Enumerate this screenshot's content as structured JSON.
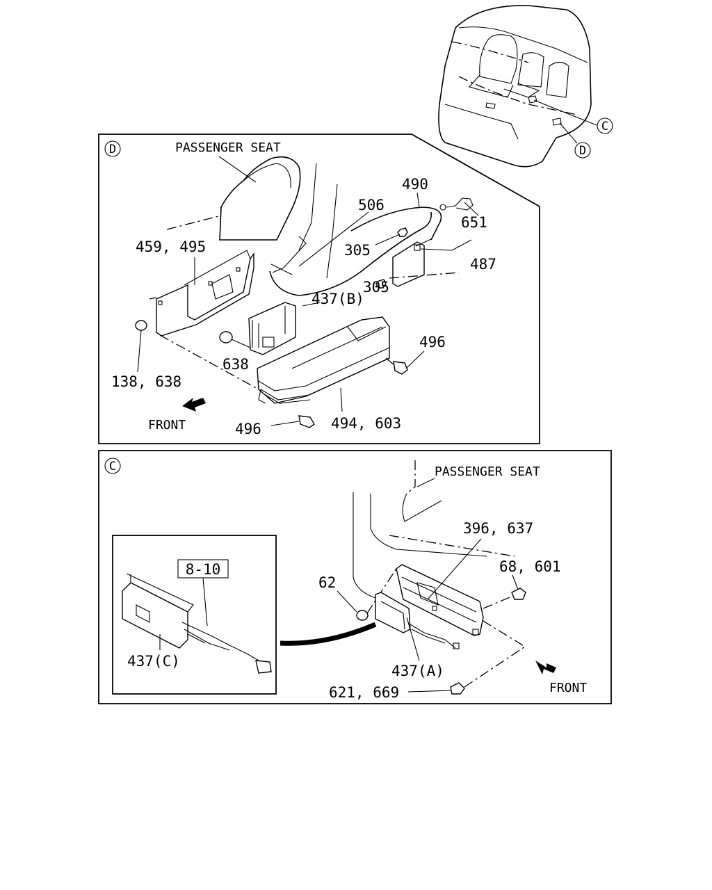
{
  "markers": {
    "c": "C",
    "d": "D"
  },
  "panel_d": {
    "passenger_seat": "PASSENGER SEAT",
    "front": "FRONT",
    "labels": {
      "l490": "490",
      "l506": "506",
      "l651": "651",
      "l459_495": "459, 495",
      "l305_a": "305",
      "l487": "487",
      "l305_b": "305",
      "l437b": "437(B)",
      "l496_a": "496",
      "l638": "638",
      "l138_638": "138, 638",
      "l496_b": "496",
      "l494_603": "494, 603"
    }
  },
  "panel_c": {
    "passenger_seat": "PASSENGER SEAT",
    "front": "FRONT",
    "ref_box": "8-10",
    "labels": {
      "l396_637": "396, 637",
      "l68_601": "68, 601",
      "l62": "62",
      "l437c": "437(C)",
      "l437a": "437(A)",
      "l621_669": "621, 669"
    }
  }
}
